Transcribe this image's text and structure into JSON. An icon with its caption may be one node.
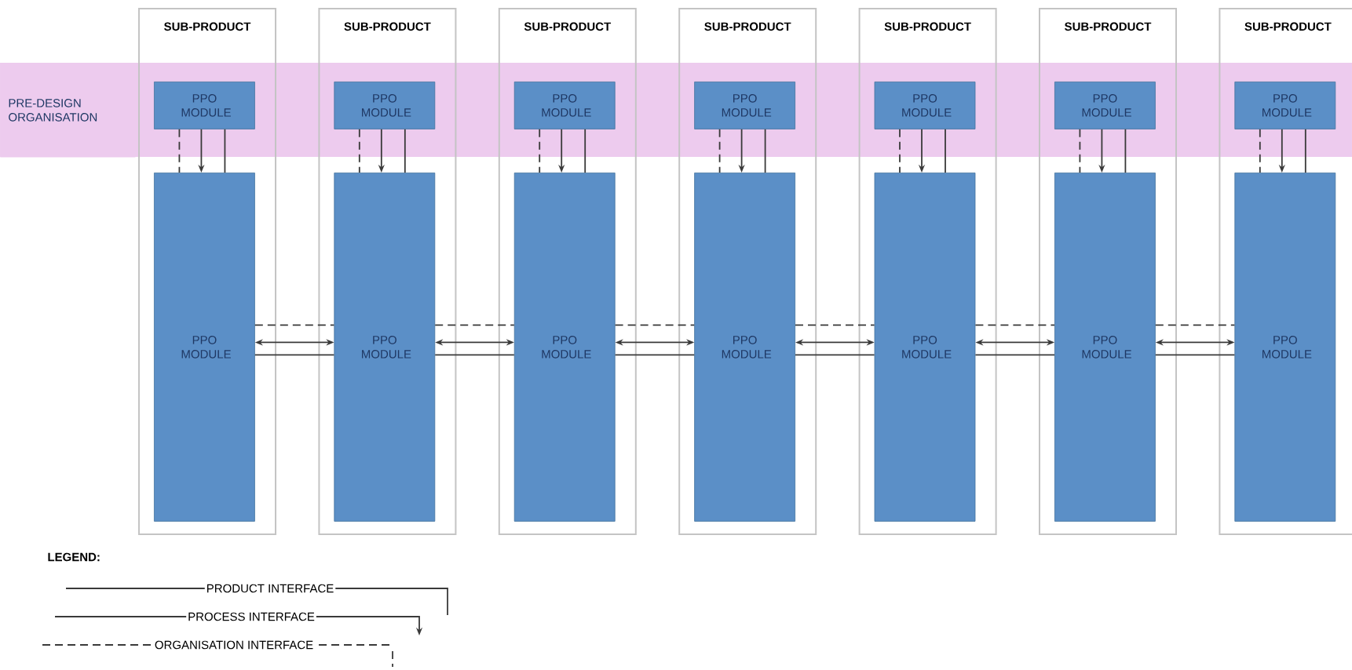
{
  "diagram": {
    "nodes": [
      {
        "text": [
          "PRE-DESIGN ORGANISATION"
        ]
      },
      {
        "text": [
          "SUB-PRODUCT"
        ]
      },
      {
        "text": [
          "SUB-PRODUCT"
        ]
      },
      {
        "text": [
          "SUB-PRODUCT"
        ]
      },
      {
        "text": [
          "SUB-PRODUCT"
        ]
      },
      {
        "text": [
          "SUB-PRODUCT"
        ]
      },
      {
        "text": [
          "SUB-PRODUCT"
        ]
      },
      {
        "text": [
          "SUB-PRODUCT"
        ]
      },
      {
        "text": [
          "PPO MODULE"
        ],
        "in": 1
      },
      {
        "text": [
          "PPO MODULE"
        ],
        "in": 2
      },
      {
        "text": [
          "PPO MODULE"
        ],
        "in": 3
      },
      {
        "text": [
          "PPO MODULE"
        ],
        "in": 4
      },
      {
        "text": [
          "PPO MODULE"
        ],
        "in": 5
      },
      {
        "text": [
          "PPO MODULE"
        ],
        "in": 6
      },
      {
        "text": [
          "PPO MODULE"
        ],
        "in": 7
      },
      {
        "text": [
          "PPO MODULE"
        ],
        "in": 1
      },
      {
        "text": [
          "PPO MODULE"
        ],
        "in": 2
      },
      {
        "text": [
          "PPO MODULE"
        ],
        "in": 3
      },
      {
        "text": [
          "PPO MODULE"
        ],
        "in": 4
      },
      {
        "text": [
          "PPO MODULE"
        ],
        "in": 5
      },
      {
        "text": [
          "PPO MODULE"
        ],
        "in": 6
      },
      {
        "text": [
          "PPO MODULE"
        ],
        "in": 7
      }
    ],
    "edges": [
      {
        "from": 8,
        "to": 15,
        "arrow": "none",
        "style": "dashed"
      },
      {
        "from": 8,
        "to": 15,
        "arrow": "to"
      },
      {
        "from": 8,
        "to": 15,
        "arrow": "none"
      },
      {
        "from": 9,
        "to": 16,
        "arrow": "none",
        "style": "dashed"
      },
      {
        "from": 9,
        "to": 16,
        "arrow": "to"
      },
      {
        "from": 9,
        "to": 16,
        "arrow": "none"
      },
      {
        "from": 10,
        "to": 17,
        "arrow": "none",
        "style": "dashed"
      },
      {
        "from": 10,
        "to": 17,
        "arrow": "to"
      },
      {
        "from": 10,
        "to": 17,
        "arrow": "none"
      },
      {
        "from": 11,
        "to": 18,
        "arrow": "none",
        "style": "dashed"
      },
      {
        "from": 11,
        "to": 18,
        "arrow": "to"
      },
      {
        "from": 11,
        "to": 18,
        "arrow": "none"
      },
      {
        "from": 12,
        "to": 19,
        "arrow": "none",
        "style": "dashed"
      },
      {
        "from": 12,
        "to": 19,
        "arrow": "to"
      },
      {
        "from": 12,
        "to": 19,
        "arrow": "none"
      },
      {
        "from": 13,
        "to": 20,
        "arrow": "none",
        "style": "dashed"
      },
      {
        "from": 13,
        "to": 20,
        "arrow": "to"
      },
      {
        "from": 13,
        "to": 20,
        "arrow": "none"
      },
      {
        "from": 14,
        "to": 21,
        "arrow": "none",
        "style": "dashed"
      },
      {
        "from": 14,
        "to": 21,
        "arrow": "to"
      },
      {
        "from": 14,
        "to": 21,
        "arrow": "none"
      },
      {
        "from": 15,
        "to": 16,
        "arrow": "none",
        "style": "dashed"
      },
      {
        "from": 15,
        "to": 16,
        "arrow": "both"
      },
      {
        "from": 15,
        "to": 16,
        "arrow": "none"
      },
      {
        "from": 16,
        "to": 17,
        "arrow": "none",
        "style": "dashed"
      },
      {
        "from": 16,
        "to": 17,
        "arrow": "both"
      },
      {
        "from": 16,
        "to": 17,
        "arrow": "none"
      },
      {
        "from": 17,
        "to": 18,
        "arrow": "none",
        "style": "dashed"
      },
      {
        "from": 17,
        "to": 18,
        "arrow": "both"
      },
      {
        "from": 17,
        "to": 18,
        "arrow": "none"
      },
      {
        "from": 18,
        "to": 19,
        "arrow": "none",
        "style": "dashed"
      },
      {
        "from": 18,
        "to": 19,
        "arrow": "both"
      },
      {
        "from": 18,
        "to": 19,
        "arrow": "none"
      },
      {
        "from": 19,
        "to": 20,
        "arrow": "none",
        "style": "dashed"
      },
      {
        "from": 19,
        "to": 20,
        "arrow": "both"
      },
      {
        "from": 19,
        "to": 20,
        "arrow": "none"
      },
      {
        "from": 20,
        "to": 21,
        "arrow": "none",
        "style": "dashed"
      },
      {
        "from": 20,
        "to": 21,
        "arrow": "both"
      },
      {
        "from": 20,
        "to": 21,
        "arrow": "none"
      }
    ],
    "labels": [
      "LEGEND:"
    ],
    "legend": [
      {
        "text": "PRODUCT INTERFACE"
      },
      {
        "text": "PROCESS INTERFACE"
      },
      {
        "text": "ORGANISATION INTERFACE"
      }
    ]
  }
}
